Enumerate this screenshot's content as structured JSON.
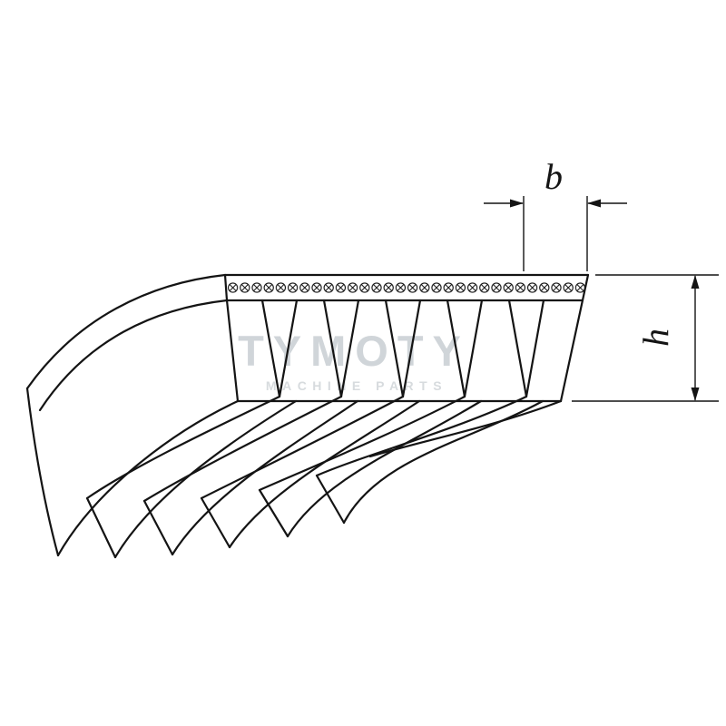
{
  "labels": {
    "width_dimension": "b",
    "height_dimension": "h"
  },
  "watermark": {
    "line1": "TYMOTY",
    "line2": "MACHINE PARTS"
  },
  "colors": {
    "line": "#141414",
    "background": "#ffffff",
    "watermark_primary": "#d0d5d9",
    "watermark_secondary": "#d7dbde"
  },
  "symbols": {
    "band_fill": "cord-cross-section-circled-x"
  }
}
